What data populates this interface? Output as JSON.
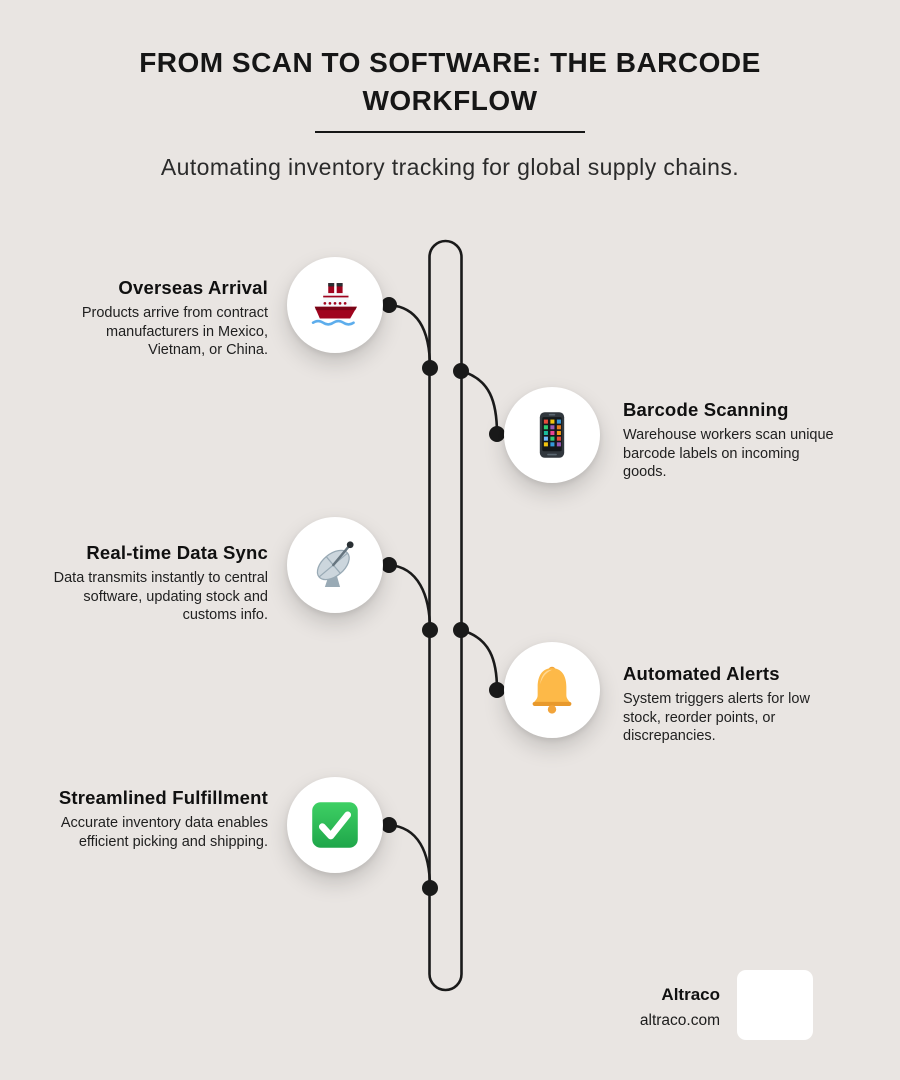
{
  "header": {
    "title": "FROM SCAN TO SOFTWARE: THE BARCODE WORKFLOW",
    "subtitle": "Automating inventory tracking for global supply chains."
  },
  "steps": [
    {
      "title": "Overseas Arrival",
      "description": "Products arrive from contract manufacturers in Mexico, Vietnam, or China.",
      "icon": "ship-icon",
      "side": "left"
    },
    {
      "title": "Barcode Scanning",
      "description": "Warehouse workers scan unique barcode labels on incoming goods.",
      "icon": "mobile-phone-icon",
      "side": "right"
    },
    {
      "title": "Real-time Data Sync",
      "description": "Data transmits instantly to central software, updating stock and customs info.",
      "icon": "satellite-dish-icon",
      "side": "left"
    },
    {
      "title": "Automated Alerts",
      "description": "System triggers alerts for low stock, reorder points, or discrepancies.",
      "icon": "bell-icon",
      "side": "right"
    },
    {
      "title": "Streamlined Fulfillment",
      "description": "Accurate inventory data enables efficient picking and shipping.",
      "icon": "check-mark-icon",
      "side": "left"
    }
  ],
  "footer": {
    "brand": "Altraco",
    "website": "altraco.com"
  },
  "colors": {
    "background": "#e9e5e2",
    "text": "#161616",
    "timeline": "#1a1a1a",
    "badge": "#ffffff",
    "check_green": "#2fb457",
    "bell_gold": "#fdb948",
    "ship_red": "#a0041e"
  }
}
